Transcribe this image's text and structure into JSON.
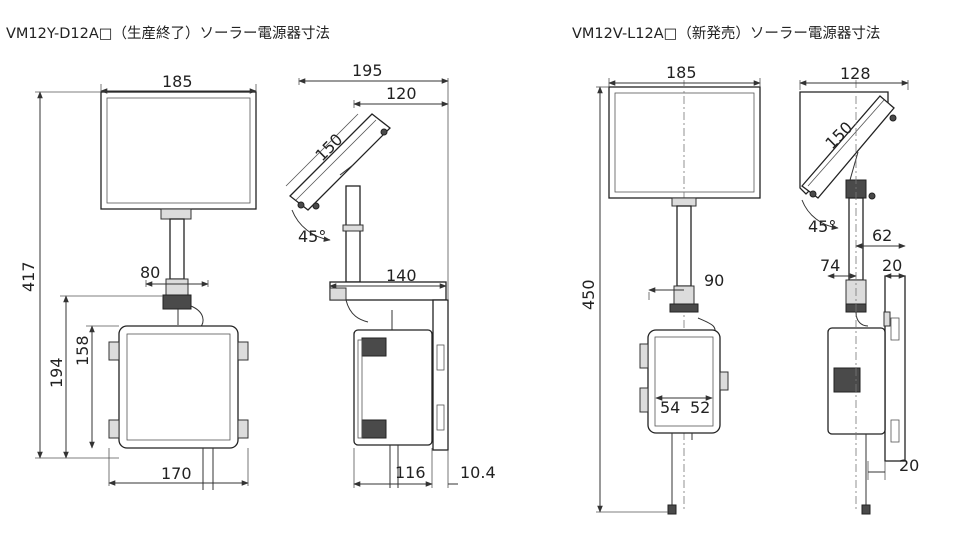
{
  "titles": {
    "left": "VM12Y-D12A□（生産終了）ソーラー電源器寸法",
    "right": "VM12V-L12A□（新発売）ソーラー電源器寸法"
  },
  "left_front": {
    "width_panel": "185",
    "height_total": "417",
    "bracket_width": "80",
    "height_box_outer": "194",
    "height_box": "158",
    "width_box": "170"
  },
  "left_side": {
    "width_total": "195",
    "panel_offset": "120",
    "panel_len": "150",
    "angle": "45°",
    "bracket_width": "140",
    "box_depth": "116",
    "plate": "10.4"
  },
  "right_front": {
    "width_panel": "185",
    "height_total": "450",
    "pole_offset": "90",
    "dim_a": "54",
    "dim_b": "52"
  },
  "right_side": {
    "width_top": "128",
    "panel_len": "150",
    "angle": "45°",
    "offset": "62",
    "depth": "74",
    "plate": "20",
    "plate_bottom": "20"
  }
}
